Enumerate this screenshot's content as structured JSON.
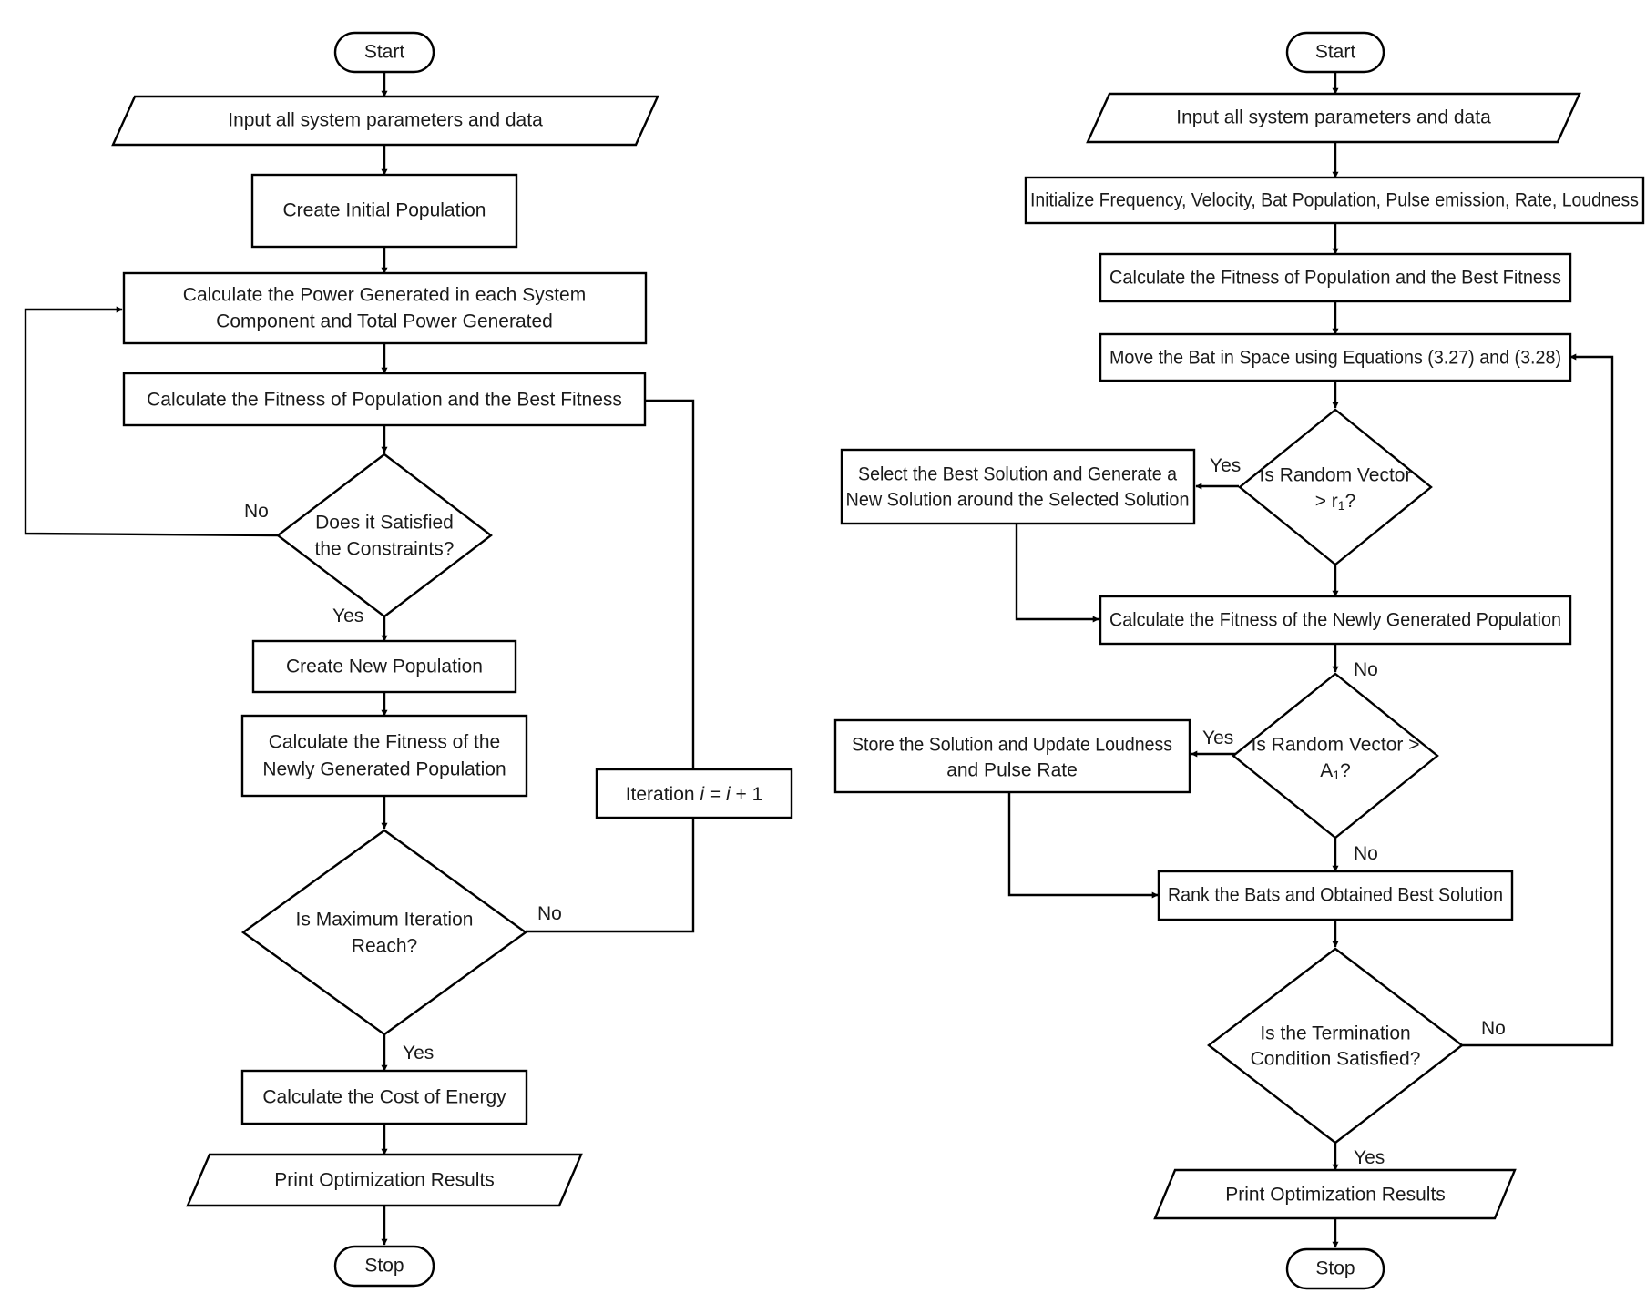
{
  "left": {
    "start": "Start",
    "input": "Input all system parameters and data",
    "create_initial": "Create Initial Population",
    "calc_power": [
      "Calculate the Power Generated in each System",
      "Component and Total Power Generated"
    ],
    "calc_fitness": "Calculate the Fitness of Population and the Best Fitness",
    "constraints": [
      "Does it Satisfied",
      "the Constraints?"
    ],
    "constraints_no": "No",
    "constraints_yes": "Yes",
    "create_new": "Create New Population",
    "calc_new_fitness": [
      "Calculate the Fitness of the",
      "Newly Generated Population"
    ],
    "max_iter": [
      "Is Maximum Iteration",
      "Reach?"
    ],
    "max_iter_no": "No",
    "max_iter_yes": "Yes",
    "iteration": {
      "prefix": "Iteration ",
      "var": "i",
      "eq": " = ",
      "var2": "i",
      "suffix": " + 1"
    },
    "cost": "Calculate the Cost of Energy",
    "print": "Print Optimization Results",
    "stop": "Stop"
  },
  "right": {
    "start": "Start",
    "input": "Input all system parameters and data",
    "initialize": "Initialize Frequency, Velocity, Bat Population, Pulse emission, Rate, Loudness",
    "calc_fitness": "Calculate the Fitness of Population and the Best Fitness",
    "move": "Move the Bat in Space using Equations (3.27) and (3.28)",
    "rand_r": {
      "line1": "Is Random Vector",
      "line2_prefix": "> r",
      "line2_sub": "1",
      "line2_suffix": "?"
    },
    "rand_r_yes": "Yes",
    "select_best": [
      "Select the Best Solution and Generate a",
      "New Solution around the Selected Solution"
    ],
    "calc_new_fitness": "Calculate the Fitness of the Newly Generated Population",
    "calc_new_no": "No",
    "rand_a": {
      "line1": "Is Random Vector >",
      "line2_prefix": "A",
      "line2_sub": "1",
      "line2_suffix": "?"
    },
    "rand_a_yes": "Yes",
    "rand_a_no": "No",
    "store": [
      "Store the Solution and Update Loudness",
      "and Pulse Rate"
    ],
    "rank": "Rank the Bats and Obtained Best Solution",
    "termination": [
      "Is the Termination",
      "Condition Satisfied?"
    ],
    "termination_no": "No",
    "termination_yes": "Yes",
    "print": "Print Optimization Results",
    "stop": "Stop"
  },
  "colors": {
    "stroke": "#000000",
    "fill": "#ffffff",
    "text": "#1a1a1a"
  }
}
